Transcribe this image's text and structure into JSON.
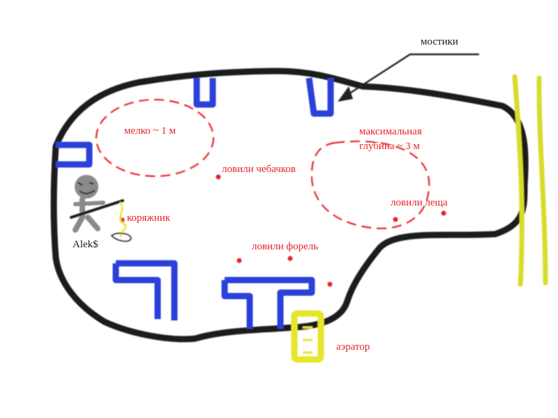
{
  "colors": {
    "shore": "#1e1a1a",
    "bridge": "#2a3fd8",
    "depth": "#e8202a",
    "spot": "#e8202a",
    "aerator": "#e6e62a",
    "fence": "#d8dc2a",
    "arrow": "#222222"
  },
  "labels": {
    "bridges": "мостики",
    "shallow": "мелко ~ 1 м",
    "deep_line1": "максимальная",
    "deep_line2": "глубина ~ 3 м",
    "chebak": "ловили чебачков",
    "bream": "ловили леща",
    "snag": "коряжник",
    "trout": "ловили форель",
    "aerator": "аэратор",
    "angler": "Alek$"
  },
  "icons": {
    "angler": "fisherman-icon",
    "arrow": "arrow-icon"
  }
}
